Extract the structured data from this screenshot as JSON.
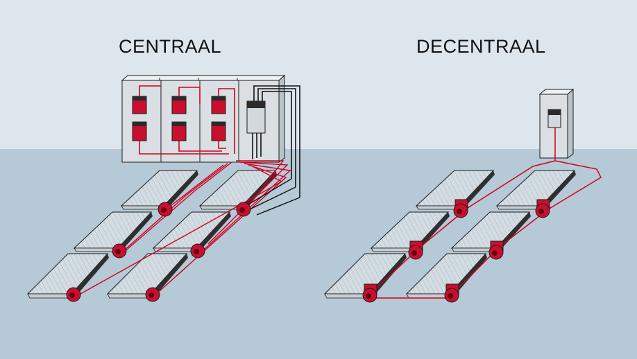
{
  "titles": {
    "left": "CENTRAAL",
    "right": "DECENTRAAL"
  },
  "colors": {
    "sky": "#dde6ed",
    "floor": "#b6c9d6",
    "cabinet": "#d9dfe3",
    "belt": "#d3dce2",
    "motor": "#c8102e",
    "cable_red": "#d0001e",
    "cable_black": "#111111",
    "outline": "#1a1a1a"
  },
  "icons": {
    "central_cabinet": "control-cabinet-icon",
    "decentral_cabinet": "control-cabinet-icon",
    "drive": "frequency-inverter-icon",
    "conveyor": "belt-conveyor-icon",
    "motor": "gear-motor-icon"
  },
  "diagram": {
    "central": {
      "drives_in_cabinet": 6,
      "conveyors": 6
    },
    "decentral": {
      "drives_in_cabinet": 0,
      "conveyors": 6
    }
  }
}
